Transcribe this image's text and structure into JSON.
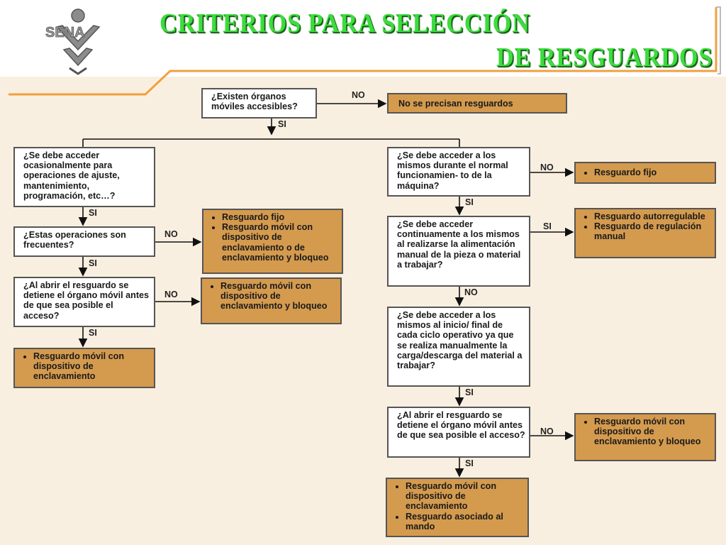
{
  "header": {
    "logo_text": "SENA",
    "title_line1": "CRITERIOS PARA SELECCIÓN",
    "title_line2": "DE RESGUARDOS"
  },
  "colors": {
    "title_green": "#3ddc3d",
    "answer_fill": "#d49a4e",
    "canvas_bg": "#f9efe0",
    "accent_orange": "#f0a040"
  },
  "labels": {
    "yes": "SI",
    "no": "NO"
  },
  "nodes": {
    "q_organos": "¿Existen órganos móviles accesibles?",
    "a_no_precisan": "No se precisan resguardos",
    "q_ocasional": "¿Se debe acceder ocasionalmente para operaciones de ajuste, mantenimiento, programación, etc…?",
    "q_frecuentes": "¿Estas operaciones son frecuentes?",
    "a_frec_1": "Resguardo fijo",
    "a_frec_2": "Resguardo móvil con dispositivo de enclavamiento o de enclavamiento y bloqueo",
    "q_abrir_left": "¿Al abrir el resguardo se detiene el órgano móvil antes de que sea posible el acceso?",
    "a_abrir_left_no": "Resguardo móvil con dispositivo de enclavamiento y bloqueo",
    "a_abrir_left_si": "Resguardo móvil con dispositivo de enclavamiento",
    "q_normal": "¿Se debe acceder a los mismos durante el normal funcionamien- to de la máquina?",
    "a_fijo_right": "Resguardo fijo",
    "q_continua": "¿Se debe acceder continuamente a los mismos al realizarse la alimentación manual de la pieza o material a trabajar?",
    "a_cont_1": "Resguardo autorregulable",
    "a_cont_2": "Resguardo de regulación manual",
    "q_inicio": "¿Se debe acceder a los mismos al inicio/ final de cada ciclo operativo ya que se realiza manualmente la carga/descarga del material a trabajar?",
    "q_abrir_right": "¿Al abrir el resguardo se detiene el órgano móvil antes de que sea posible el acceso?",
    "a_abrir_right_no": "Resguardo móvil con dispositivo de enclavamiento y bloqueo",
    "a_final_1": "Resguardo móvil con dispositivo de enclavamiento",
    "a_final_2": "Resguardo asociado al mando"
  }
}
